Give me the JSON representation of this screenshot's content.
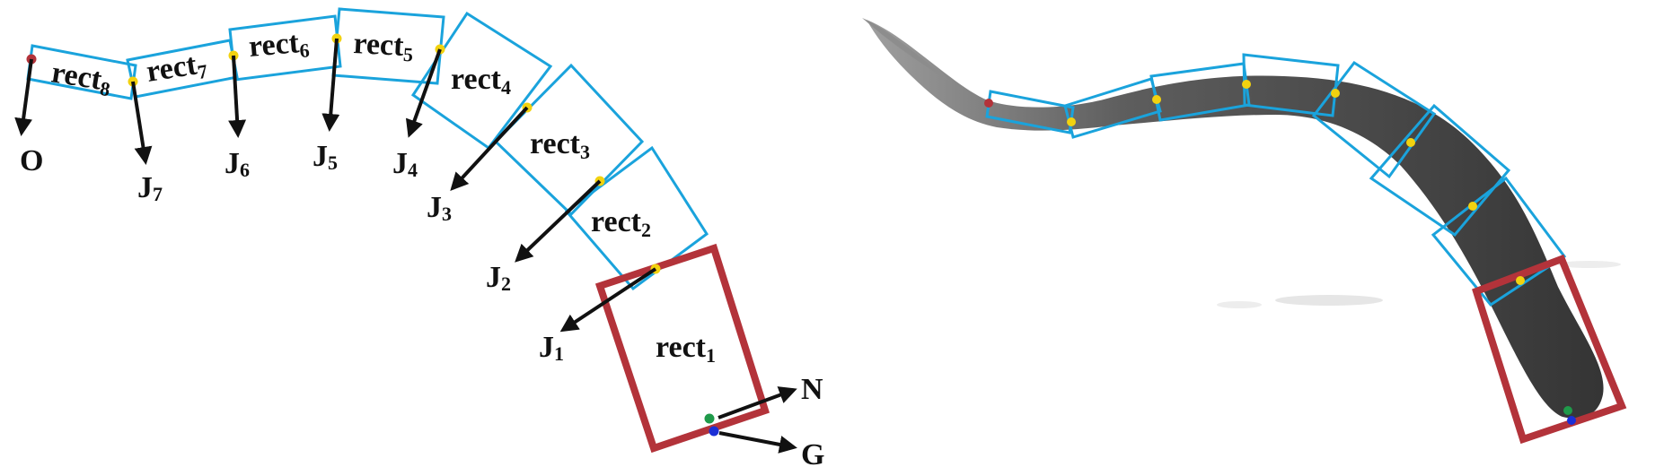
{
  "diagram": {
    "rect_labels": [
      {
        "id": "rect1",
        "base": "rect",
        "sub": "1"
      },
      {
        "id": "rect2",
        "base": "rect",
        "sub": "2"
      },
      {
        "id": "rect3",
        "base": "rect",
        "sub": "3"
      },
      {
        "id": "rect4",
        "base": "rect",
        "sub": "4"
      },
      {
        "id": "rect5",
        "base": "rect",
        "sub": "5"
      },
      {
        "id": "rect6",
        "base": "rect",
        "sub": "6"
      },
      {
        "id": "rect7",
        "base": "rect",
        "sub": "7"
      },
      {
        "id": "rect8",
        "base": "rect",
        "sub": "8"
      }
    ],
    "joint_labels": [
      {
        "id": "O",
        "base": "O",
        "sub": ""
      },
      {
        "id": "J7",
        "base": "J",
        "sub": "7"
      },
      {
        "id": "J6",
        "base": "J",
        "sub": "6"
      },
      {
        "id": "J5",
        "base": "J",
        "sub": "5"
      },
      {
        "id": "J4",
        "base": "J",
        "sub": "4"
      },
      {
        "id": "J3",
        "base": "J",
        "sub": "3"
      },
      {
        "id": "J2",
        "base": "J",
        "sub": "2"
      },
      {
        "id": "J1",
        "base": "J",
        "sub": "1"
      },
      {
        "id": "N",
        "base": "N",
        "sub": ""
      },
      {
        "id": "G",
        "base": "G",
        "sub": ""
      }
    ],
    "colors": {
      "segment_box": "#1aa3dc",
      "head_box": "#b3333a",
      "joint_point": "#f2d20f",
      "tail_point": "#b3333a",
      "nose_point": "#1f9a4a",
      "centroid_point": "#1b2fd6",
      "arrow": "#111111"
    }
  }
}
